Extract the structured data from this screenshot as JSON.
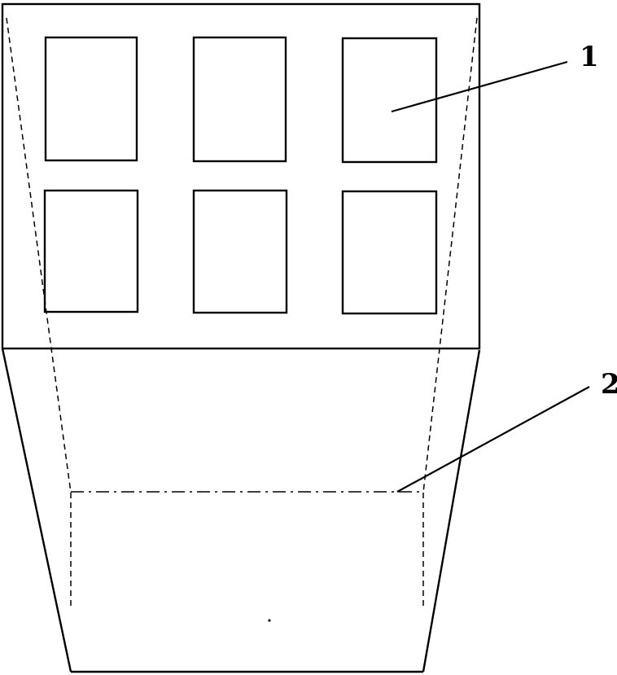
{
  "figure": {
    "line_color": "#000000",
    "background": "#ffffff",
    "callouts": [
      {
        "label": "1",
        "target": "opening"
      },
      {
        "label": "2",
        "target": "dashed-line"
      }
    ]
  }
}
